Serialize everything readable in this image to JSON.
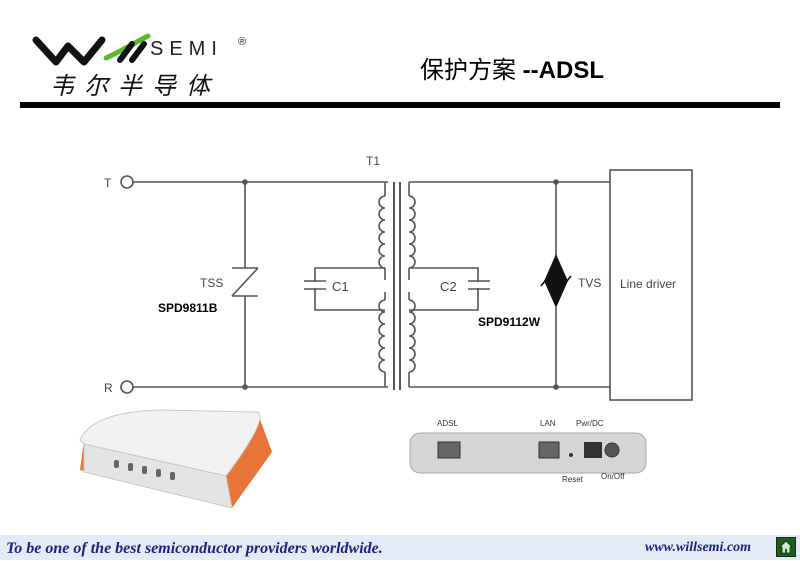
{
  "header": {
    "brand_latin": "SEMI",
    "brand_registered": "®",
    "brand_chinese": "韦尔半导体",
    "title_cn": "保护方案 ",
    "title_latin": "--ADSL"
  },
  "diagram": {
    "terminal_t": "T",
    "terminal_r": "R",
    "transformer": "T1",
    "tss_label": "TSS",
    "tss_part": "SPD9811B",
    "cap1": "C1",
    "cap2": "C2",
    "tvs_label": "TVS",
    "tvs_part": "SPD9112W",
    "line_driver": "Line driver"
  },
  "router_back_panel": {
    "adsl": "ADSL",
    "lan": "LAN",
    "pwr": "Pwr/DC",
    "reset": "Reset",
    "onoff": "On/Off"
  },
  "footer": {
    "slogan": "To be one of the best semiconductor providers worldwide.",
    "url": "www.willsemi.com"
  },
  "colors": {
    "logo_accent": "#5cb82e",
    "footer_text": "#1a237e",
    "router_orange": "#e8743a",
    "home_button": "#1b5e20"
  }
}
